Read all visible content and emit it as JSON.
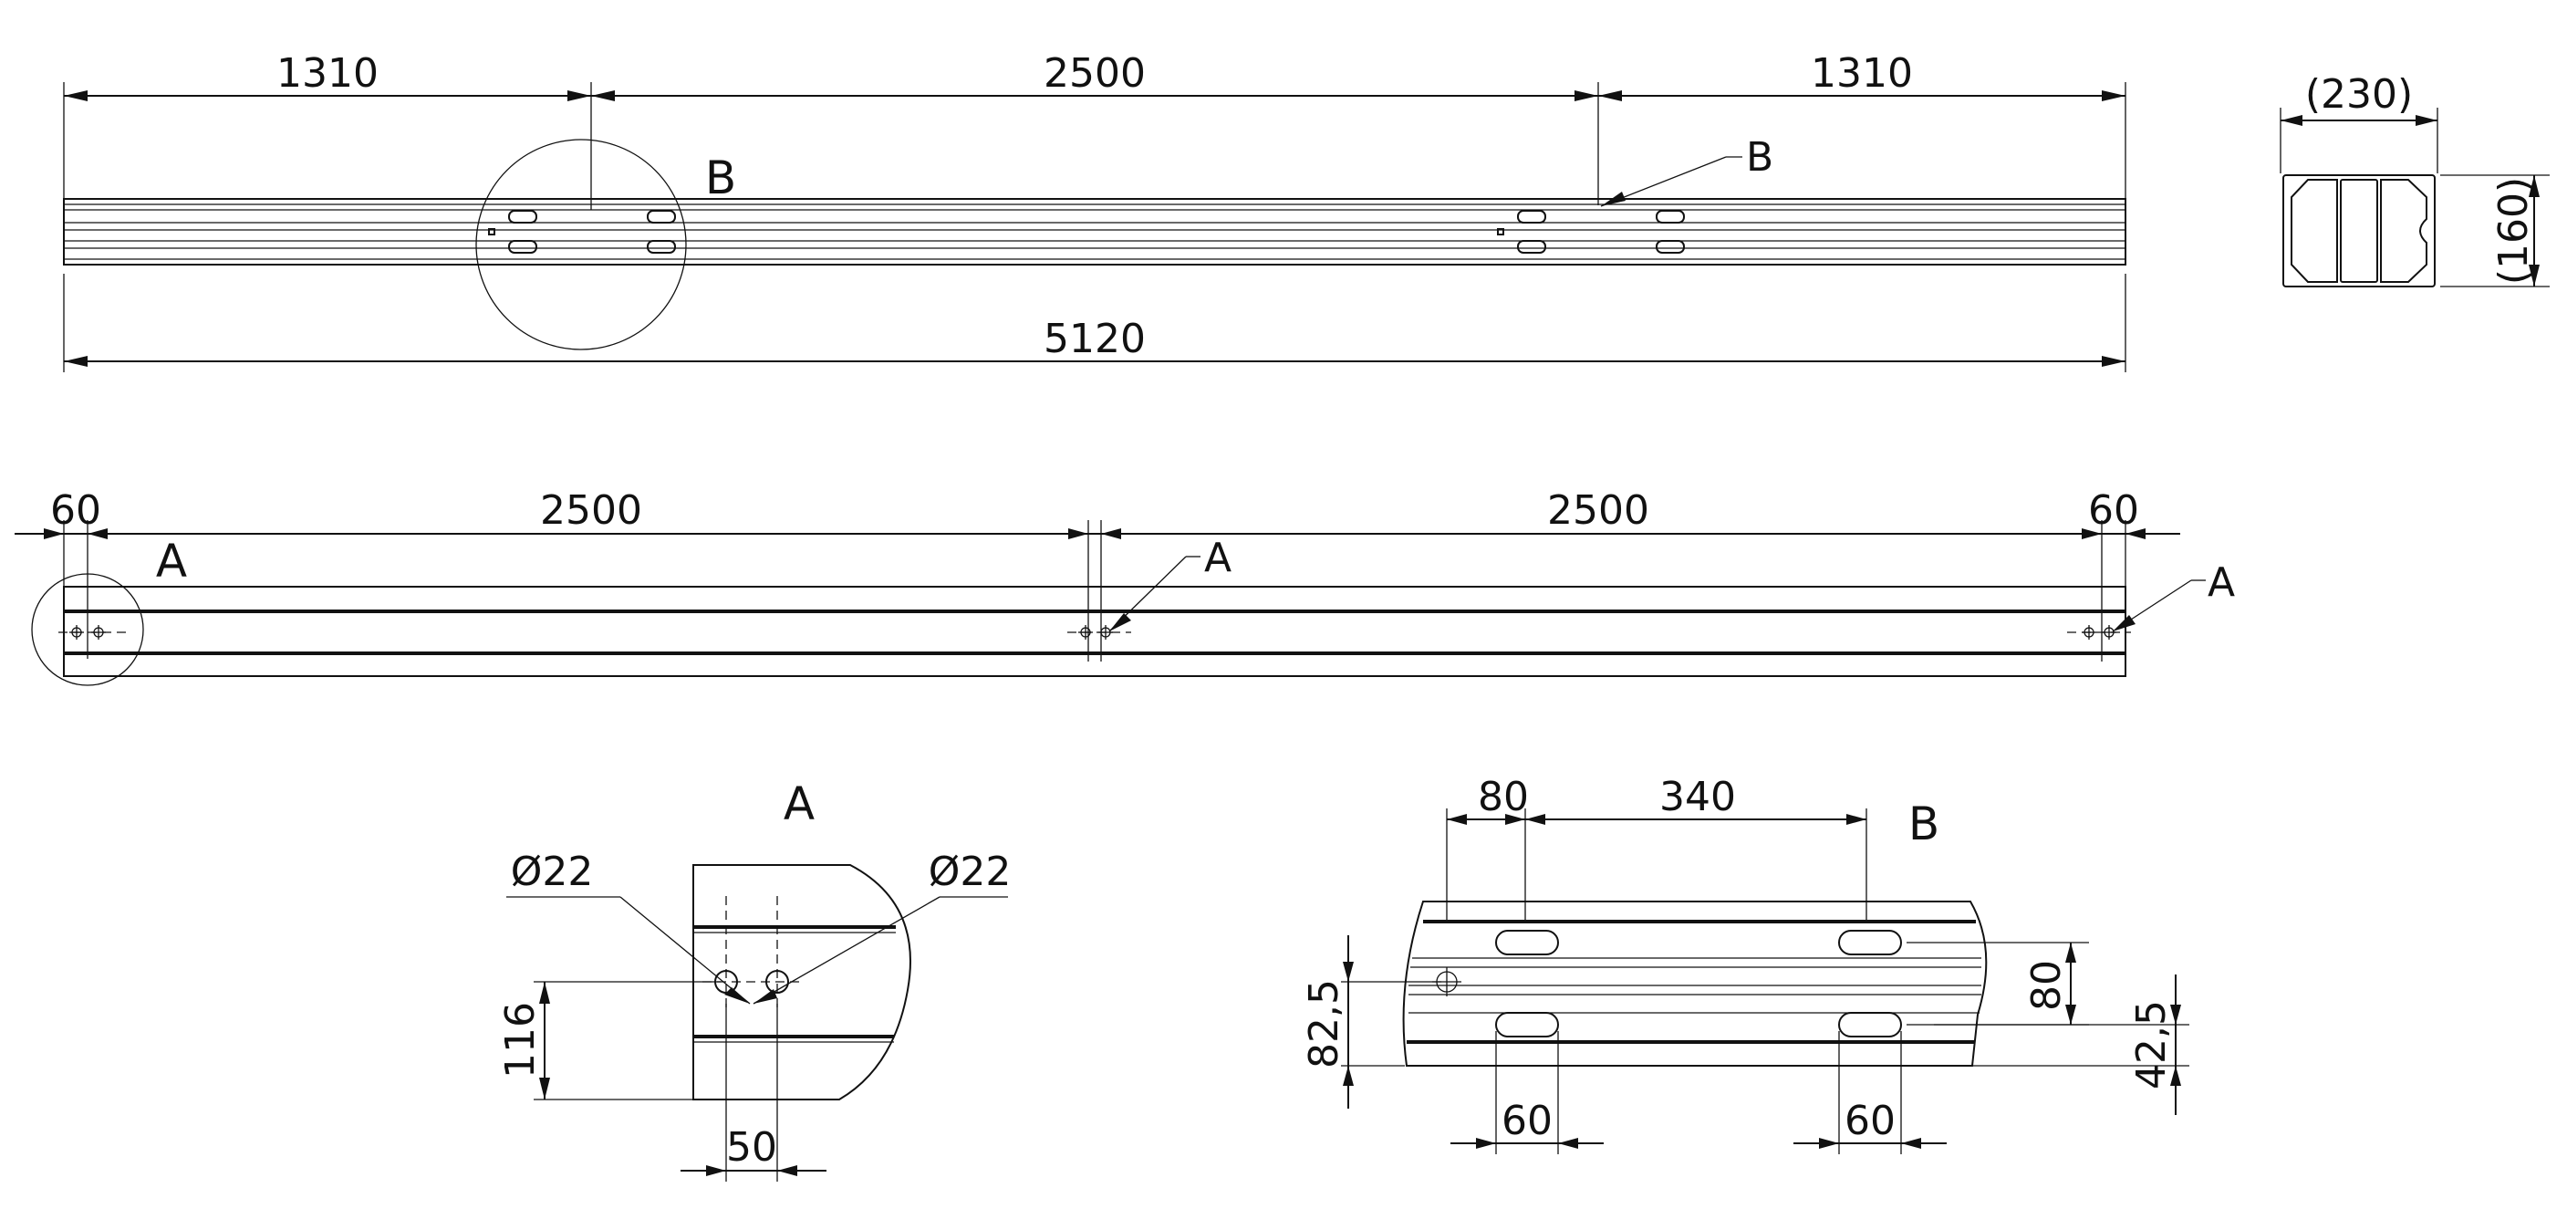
{
  "drawing": {
    "top_view": {
      "dims": {
        "left": "1310",
        "middle": "2500",
        "right": "1310",
        "overall": "5120"
      },
      "detail_label": "B",
      "callout_label": "B"
    },
    "cross_section": {
      "width": "(230)",
      "height": "(160)"
    },
    "side_view": {
      "dims": {
        "end_left": "60",
        "span_left": "2500",
        "span_right": "2500",
        "end_right": "60"
      },
      "detail_label": "A",
      "callout_mid": "A",
      "callout_right": "A"
    },
    "detail_a": {
      "title": "A",
      "diameter_left": "Ø22",
      "diameter_right": "Ø22",
      "height_dim": "116",
      "spacing_dim": "50"
    },
    "detail_b": {
      "title": "B",
      "slot_length": "80",
      "slot_spacing": "340",
      "slot_pitch_vertical": "80",
      "left_offset": "82,5",
      "bottom_offset": "42,5",
      "slot_width_left": "60",
      "slot_width_right": "60"
    }
  }
}
